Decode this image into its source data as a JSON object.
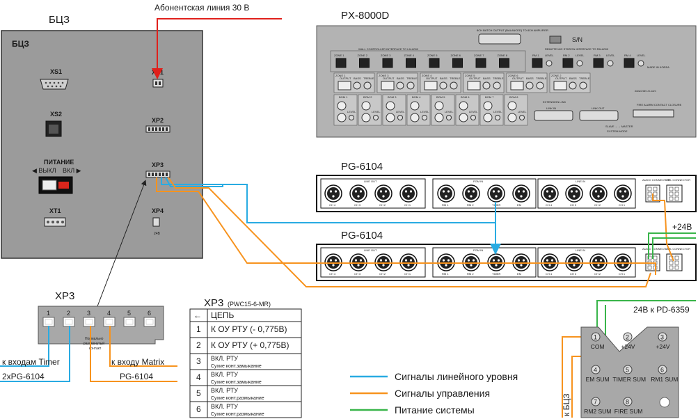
{
  "labels": {
    "bcz_title": "БЦЗ",
    "bcz_inner_title": "БЦЗ",
    "subscriber_line": "Абонентская линия 30 В",
    "px_title": "PX-8000D",
    "pg_top_title": "PG-6104",
    "pg_bottom_title": "PG-6104",
    "xp3_title": "XP3",
    "plus24_right": "+24B",
    "plus24_pd": "24В к PD-6359",
    "to_bcz": "к БЦЗ",
    "to_timer": "к входам Timer",
    "to_timer2": "2xPG-6104",
    "to_matrix": "к входу Matrix",
    "to_matrix2": "PG-6104",
    "normally_open": "Нормально разомкнутый контакт"
  },
  "bcz": {
    "connectors": [
      {
        "name": "XS1"
      },
      {
        "name": "XS2"
      },
      {
        "name": "XT1"
      },
      {
        "name": "XP1"
      },
      {
        "name": "XP2"
      },
      {
        "name": "XP3"
      },
      {
        "name": "XP4"
      }
    ],
    "power": "ПИТАНИЕ",
    "off": "◀ ВЫКЛ",
    "on": "ВКЛ ▶",
    "xp4_note": "24В"
  },
  "xp3_pins": [
    "1",
    "2",
    "3",
    "4",
    "5",
    "6"
  ],
  "table": {
    "title": "XP3",
    "title_note": "(PWC15-6-MR)",
    "head_arrow": "←",
    "head": "ЦЕПЬ",
    "rows": [
      {
        "n": "1",
        "a": "К ОУ РТУ (- 0,775В)",
        "b": ""
      },
      {
        "n": "2",
        "a": "К ОУ РТУ (+ 0,775В)",
        "b": ""
      },
      {
        "n": "3",
        "a": "ВКЛ. РТУ",
        "b": "Сухие конт.замыкание"
      },
      {
        "n": "4",
        "a": "ВКЛ. РТУ",
        "b": "Сухие конт.замыкание"
      },
      {
        "n": "5",
        "a": "ВКЛ. РТУ",
        "b": "Сухие конт.размыкание"
      },
      {
        "n": "6",
        "a": "ВКЛ. РТУ",
        "b": "Сухие конт.размыкание"
      }
    ]
  },
  "legend": [
    {
      "label": "Сигналы линейного уровня",
      "color": "#29abe2"
    },
    {
      "label": "Сигналы управления",
      "color": "#f7931e"
    },
    {
      "label": "Питание системы",
      "color": "#39b54a"
    }
  ],
  "pd_terminals": [
    {
      "n": "1",
      "label": "COM"
    },
    {
      "n": "2",
      "label": "+24V"
    },
    {
      "n": "3",
      "label": "+24V"
    },
    {
      "n": "4",
      "label": "EM SUM"
    },
    {
      "n": "5",
      "label": "TIMER SUM"
    },
    {
      "n": "6",
      "label": "RM1 SUM"
    },
    {
      "n": "7",
      "label": "RM2 SUM"
    },
    {
      "n": "8",
      "label": "FIRE SUM"
    }
  ],
  "px_panel": {
    "batch_output": "8CH BATCH OUTPUT (BALANCED) TO 8CH AMPLIFIER",
    "sn": "S/N",
    "wall_controller": "WALL CONTROLLER INTERFACE TO LM-8000",
    "remote_mic": "REMOTE MIC STATION INTERFACE TO RM-8000",
    "zones": [
      "ZONE 1",
      "ZONE 2",
      "ZONE 3",
      "ZONE 4",
      "ZONE 5",
      "ZONE 6",
      "ZONE 7",
      "ZONE 8"
    ],
    "rms": [
      "RM 1",
      "RM 2",
      "RM 3",
      "RM 4"
    ],
    "level": "LEVEL",
    "made_in": "MADE IN KOREA",
    "mid_zones": [
      "ZONE 1",
      "ZONE 3",
      "ZONE 4",
      "ZONE 5",
      "ZONE 6",
      "ZONE 2"
    ],
    "output": "OUTPUT",
    "bass": "BASS",
    "treble": "TREBLE",
    "boms": [
      "BOM 1",
      "BOM 2",
      "BOM 3",
      "BOM 4",
      "BOM 5",
      "BOM 6",
      "BOM 7",
      "BOM 8"
    ],
    "url": "www.inter-m.com",
    "extension_link": "EXTENSION LINK",
    "link_in": "LINK IN",
    "link_out": "LINK OUT",
    "fire_alarm": "FIRE ALARM CONTACT CLOSURE",
    "slave_master": "SLAVE ←→ MASTER",
    "system_mode": "SYSTEM MODE"
  },
  "pg_panel": {
    "line_out": "LINE OUT",
    "pgm_in": "PGM IN",
    "line_in": "LINE IN",
    "out_ch": [
      "CH 4",
      "CH 3",
      "CH 2",
      "CH 1"
    ],
    "pgm_ch": [
      "RM 1",
      "RM 2",
      "TIMER",
      "EM"
    ],
    "in_ch": [
      "CH 4",
      "CH 3",
      "CH 2",
      "CH 1"
    ],
    "audio_connector": "AUDIO CONNECTOR",
    "ctrl_connector": "CTRL CONNECTOR"
  }
}
